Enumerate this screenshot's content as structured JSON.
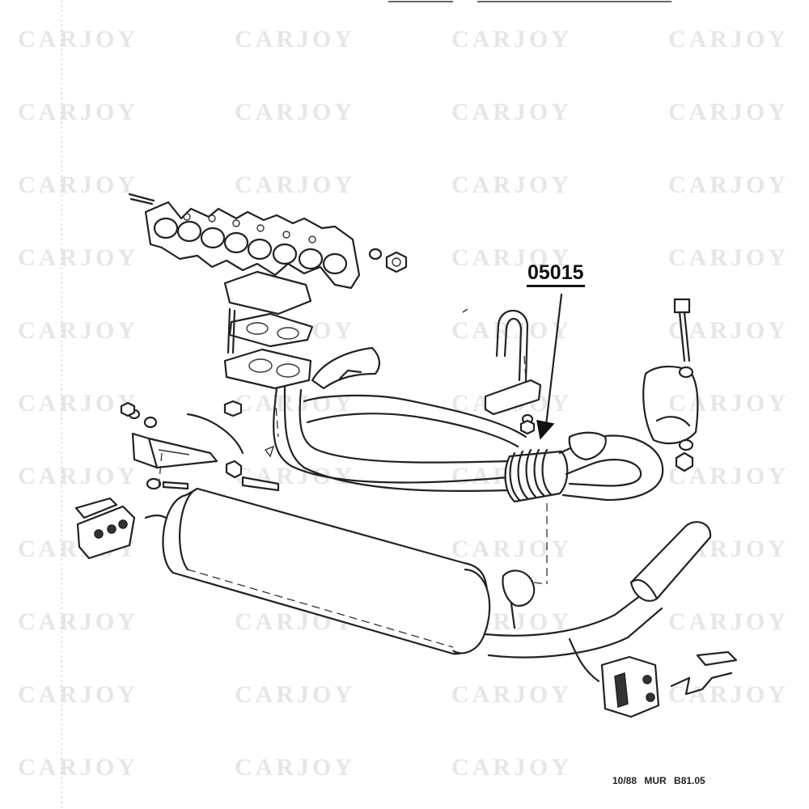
{
  "diagram": {
    "part_callout": "05015",
    "footer": "10/88 MUR B81.05",
    "watermark": "CARJOY"
  }
}
